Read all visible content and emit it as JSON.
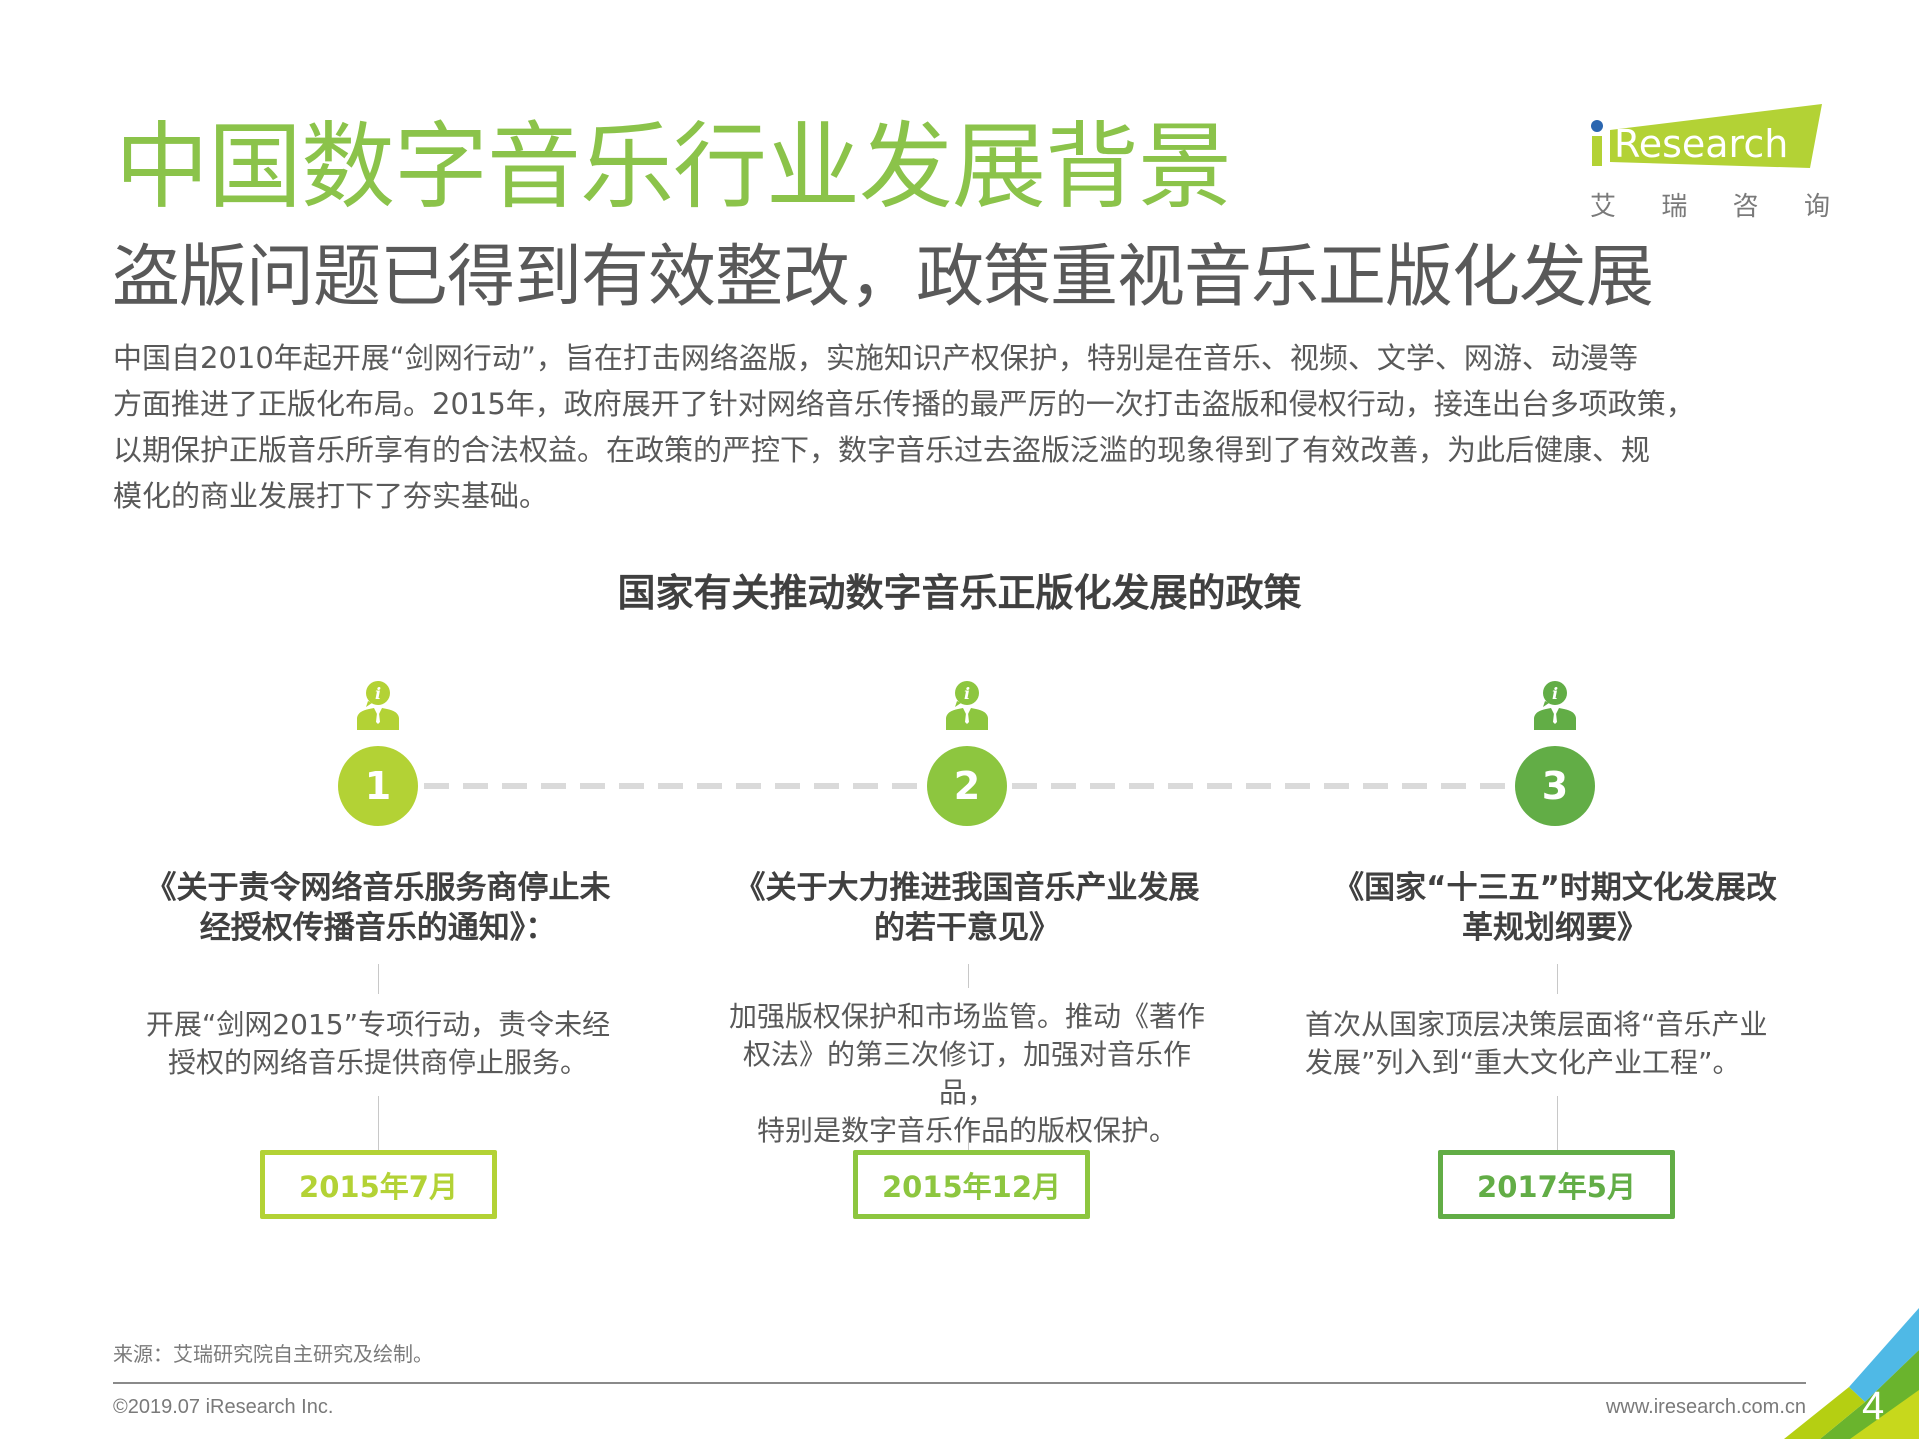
{
  "header": {
    "title": "中国数字音乐行业发展背景",
    "subtitle": "盗版问题已得到有效整改，政策重视音乐正版化发展",
    "logo": {
      "brand": "iResearch",
      "brand_cn": [
        "艾",
        "瑞",
        "咨",
        "询"
      ]
    }
  },
  "intro": {
    "lines": [
      "中国自2010年起开展“剑网行动”，旨在打击网络盗版，实施知识产权保护，特别是在音乐、视频、文学、网游、动漫等",
      "方面推进了正版化布局。2015年，政府展开了针对网络音乐传播的最严厉的一次打击盗版和侵权行动，接连出台多项政策，",
      "以期保护正版音乐所享有的合法权益。在政策的严控下，数字音乐过去盗版泛滥的现象得到了有效改善，为此后健康、规",
      "模化的商业发展打下了夯实基础。"
    ]
  },
  "timeline": {
    "heading": "国家有关推动数字音乐正版化发展的政策",
    "icon": "person-info-icon",
    "steps": [
      {
        "number": "1",
        "color": "#b3d235",
        "title_lines": [
          "《关于责令网络音乐服务商停止未",
          "经授权传播音乐的通知》："
        ],
        "desc_lines": [
          "开展“剑网2015”专项行动，责令未经",
          "授权的网络音乐提供商停止服务。"
        ],
        "date": "2015年7月"
      },
      {
        "number": "2",
        "color": "#8dc63f",
        "title_lines": [
          "《关于大力推进我国音乐产业发展",
          "的若干意见》"
        ],
        "desc_lines": [
          "加强版权保护和市场监管。推动《著作",
          "权法》的第三次修订，加强对音乐作品，",
          "特别是数字音乐作品的版权保护。"
        ],
        "date": "2015年12月"
      },
      {
        "number": "3",
        "color": "#62ad46",
        "title_lines": [
          "《国家“十三五”时期文化发展改",
          "革规划纲要》"
        ],
        "desc_lines": [
          "首次从国家顶层决策层面将“音乐产业",
          "发展”列入到“重大文化产业工程”。"
        ],
        "date": "2017年5月"
      }
    ]
  },
  "footer": {
    "source": "来源：艾瑞研究院自主研究及绘制。",
    "copyright": "©2019.07 iResearch Inc.",
    "website": "www.iresearch.com.cn",
    "page_number": "4"
  },
  "colors": {
    "title_green": "#8bc34a",
    "text_gray": "#595959",
    "corner_blue": "#4fb9e6",
    "corner_green": "#6ab42d",
    "corner_lime": "#b5cf12"
  }
}
